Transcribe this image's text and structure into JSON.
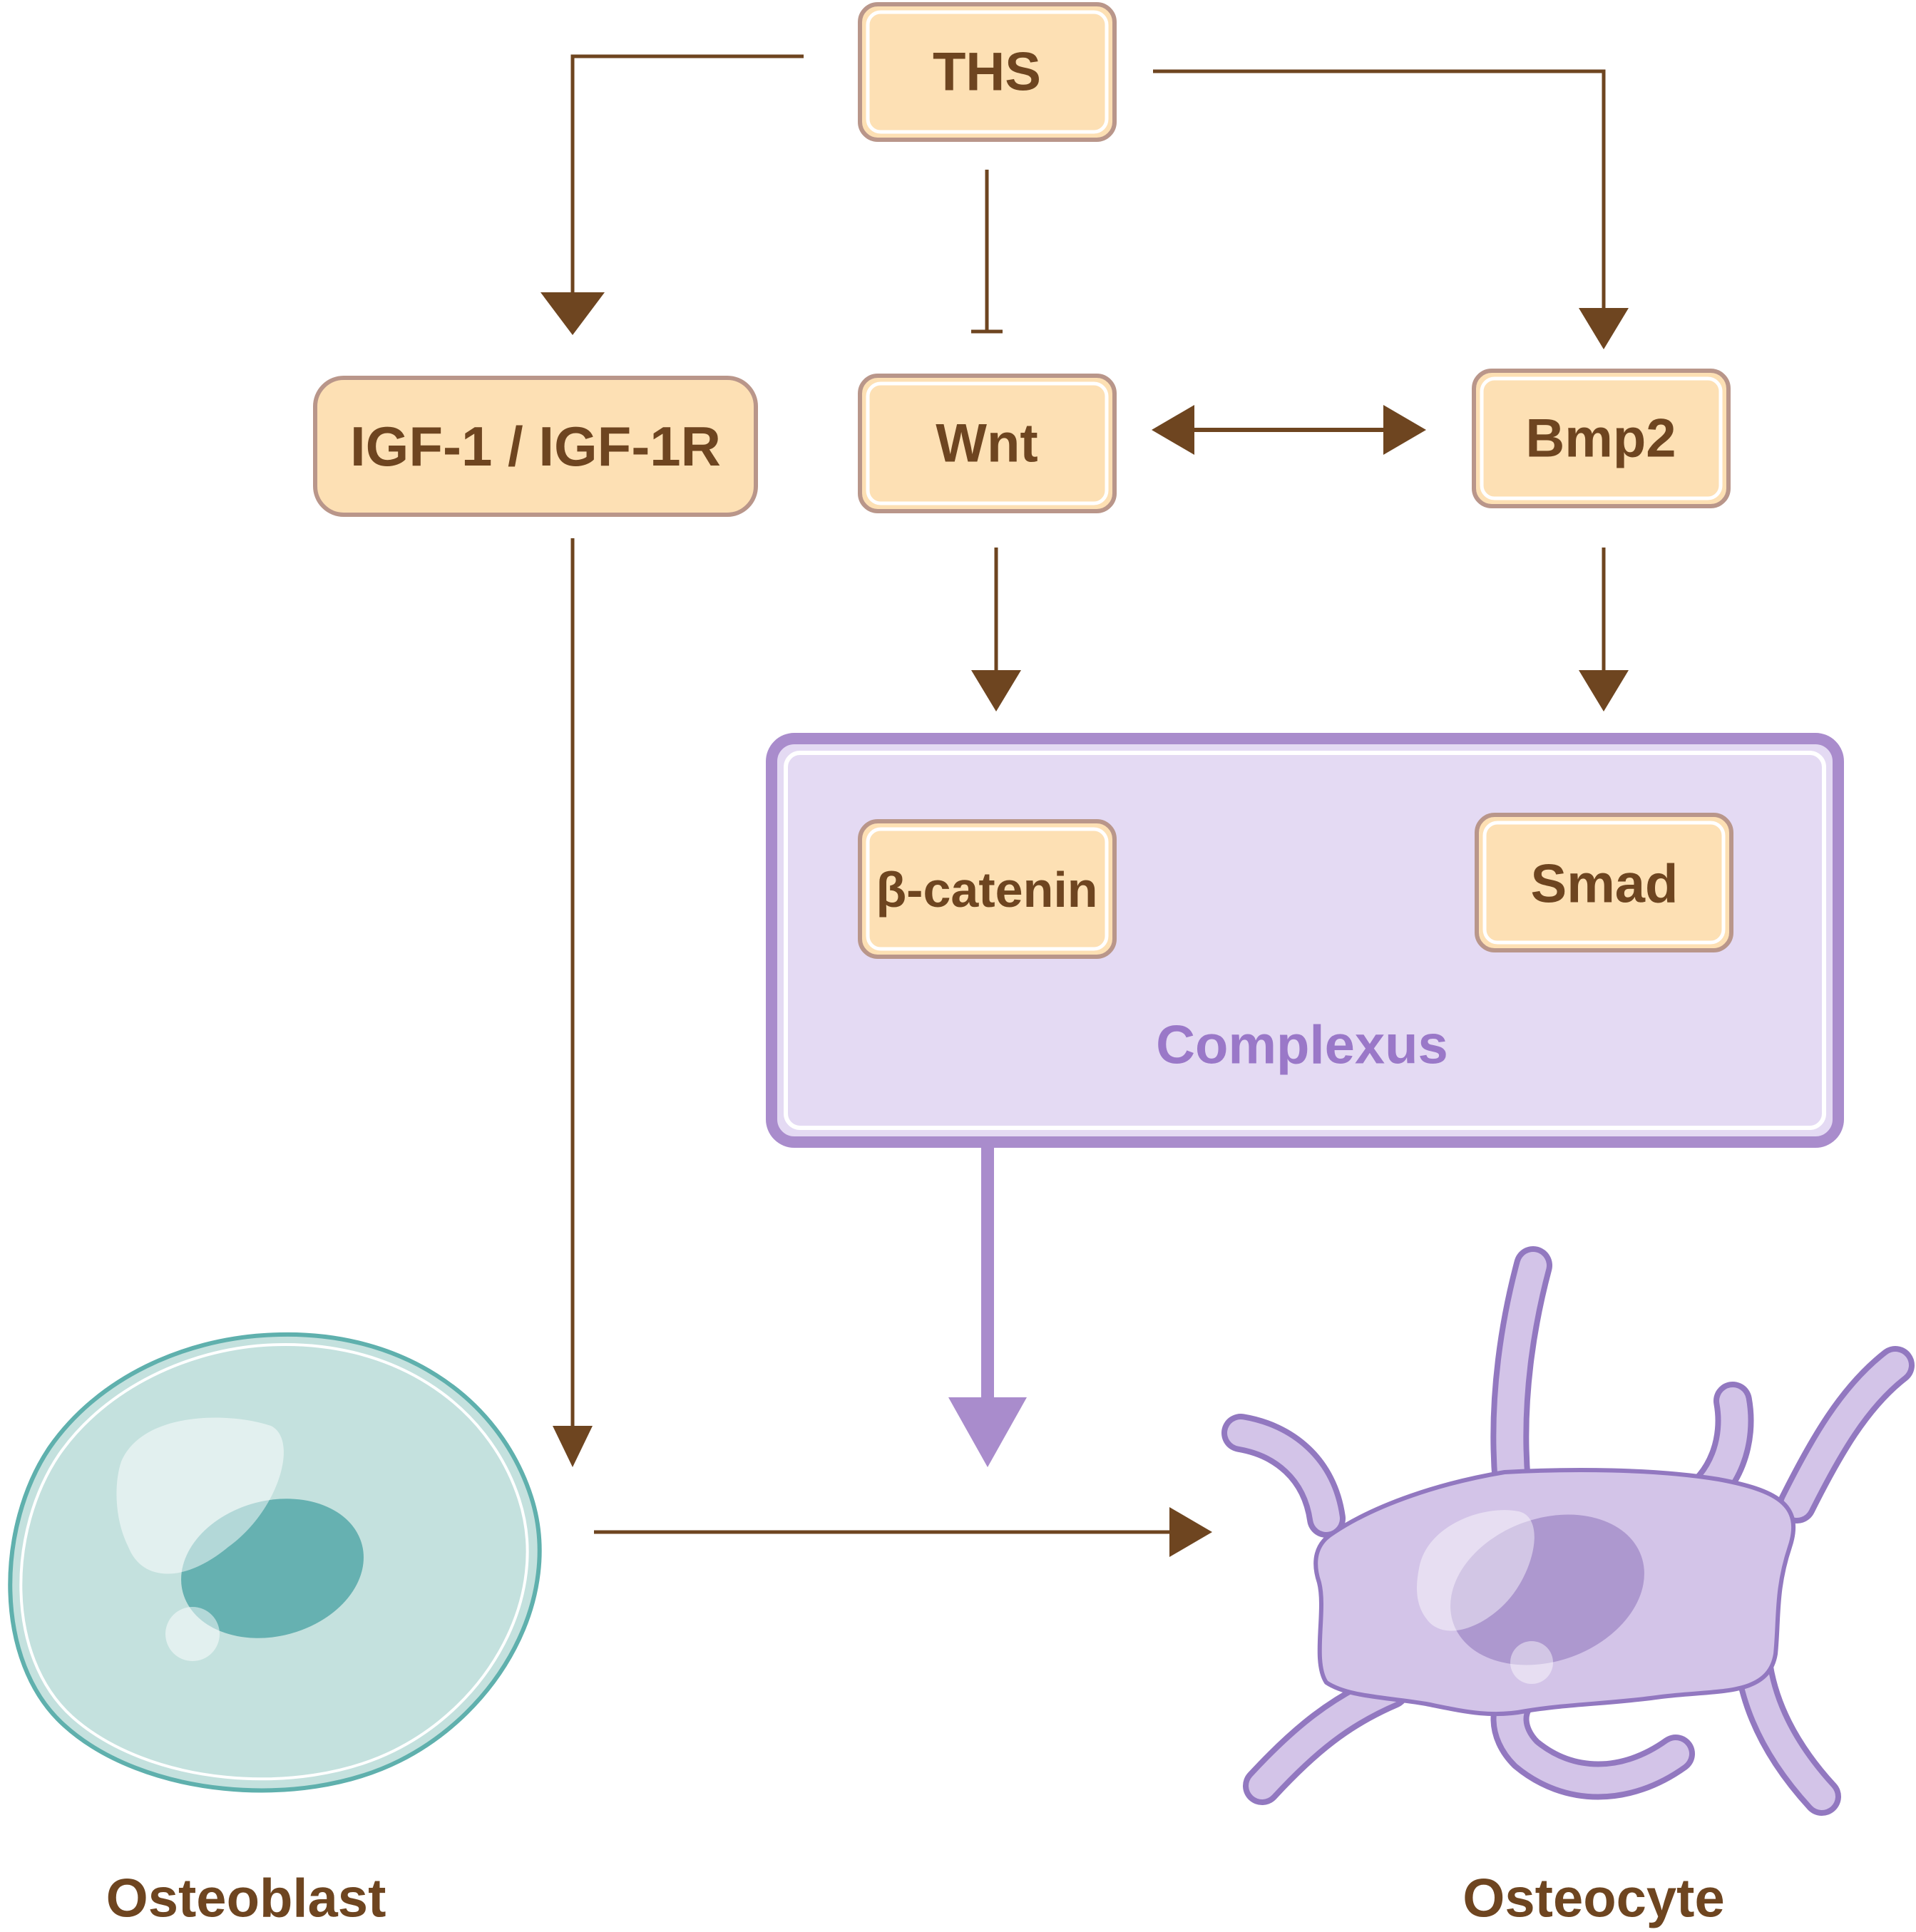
{
  "nodes": {
    "ths": "THS",
    "igf": "IGF-1 / IGF-1R",
    "wnt": "Wnt",
    "bmp2": "Bmp2",
    "beta_catenin": "β-catenin",
    "smad": "Smad"
  },
  "complex": {
    "label": "Complexus"
  },
  "cells": {
    "osteoblast": "Osteoblast",
    "osteocyte": "Osteocyte"
  },
  "colors": {
    "arrow": "#6e4520",
    "box_fill": "#fde0b4",
    "box_outer_border": "#b9968a",
    "box_inner_border": "#ffffff",
    "text": "#6e4520",
    "complex_border": "#a98ccc",
    "complex_fill": "#e4daf3",
    "complex_text": "#9a78c8",
    "osteoblast_fill": "#c4e1de",
    "osteoblast_border": "#5fb0ad",
    "osteoblast_nucleus": "#66b1b1",
    "osteocyte_fill": "#d3c4e8",
    "osteocyte_border": "#9278c0",
    "osteocyte_nucleus": "#ad98cf"
  }
}
